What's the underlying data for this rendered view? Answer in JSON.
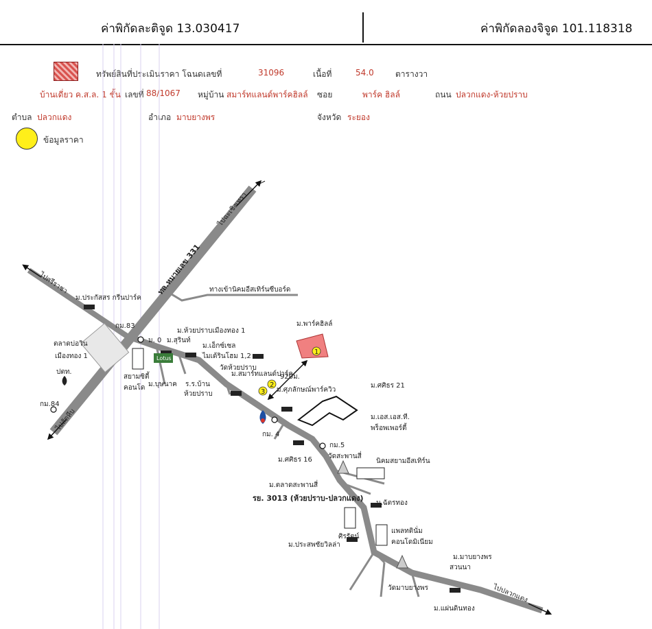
{
  "header": {
    "lat_text": "ค่าพิกัดละติจูด 13.030417",
    "lon_text": "ค่าพิกัดลองจิจูด 101.118318"
  },
  "info": {
    "property_label": "ทรัพย์สินที่ประเมินราคา โฉนดเลขที่",
    "deed_no": "31096",
    "area_label": "เนื้อที่",
    "area": "54.0",
    "area_unit": "ตารางวา",
    "building": "บ้านเดี่ยว ค.ส.ล. 1 ชั้น",
    "house_no_label": "เลขที่",
    "house_no": "88/1067",
    "village_label": "หมู่บ้าน",
    "village": "สมาร์ทแลนด์พาร์คฮิลล์",
    "soi_label": "ซอย",
    "soi": "พาร์ค ฮิลล์",
    "road_label": "ถนน",
    "road": "ปลวกแดง-ห้วยปราบ",
    "subdistrict_label": "ตำบล",
    "subdistrict": "ปลวกแดง",
    "district_label": "อำเภอ",
    "district": "มาบยางพร",
    "province_label": "จังหวัด",
    "province": "ระยอง"
  },
  "legend": {
    "price_data_label": "ข้อมูลราคา"
  },
  "colors": {
    "road": "#8a8a8a",
    "property_fill": "#f08080",
    "marker_yellow": "#ffef1a",
    "value_red": "#c0392b"
  },
  "map": {
    "road_331": "ทล.หมายเลข 331",
    "to_chachoengsao": "ไปฉะเชิงเทรา",
    "to_sriracha": "ไปศรีราชา",
    "to_sattahip": "ไปสัตหีบ",
    "to_pluakdaeng": "ไปปลวกแดง",
    "road_3013": "รย. 3013 (ห้วยปราบ-ปลวกแดง)",
    "industrial_entrance": "ทางเข้านิคมอีสเทิร์นซีบอร์ด",
    "prakansorn": "ม.ประกัสสร กรีนปาร์ค",
    "km83": "กม.83",
    "km0": "ม. 0",
    "m_surin": "ม.สุรินท์",
    "m_huaiprap": "ม.ห้วยปราบเมืองทอง 1",
    "m_excel": "ม.เอ็กซ์เซล",
    "m_excel2": "ไมเด้รินโฮม 1,2",
    "wat_huaiprap": "วัดห้วยปราบ",
    "market": "ตลาดบ่อวิน",
    "market2": "เมืองทอง 1",
    "ptt": "ปตท.",
    "lotus": "Lotus",
    "siam_city": "สยามซิตี้",
    "siam_city2": "คอนโด",
    "m_bunnak": "ม.บุษนาค",
    "school": "ร.ร.บ้าน",
    "school2": "ห้วยปราบ",
    "km84": "กม.84",
    "m_parkhill": "ม.พาร์คฮิลล์",
    "m_smartland": "ม.สมาร์ทแลนด์ปาร์ค",
    "distance": "920ม.",
    "m_suphalak": "ม.ศุภลักษณ์พาร์ควิว",
    "m_sirin21": "ม.ศศิธร 21",
    "m_st": "ม.เอส.เอส.ที.",
    "m_st2": "พร็อพเพอร์ตี้",
    "km4": "กม. 4",
    "km5": "กม.5",
    "m_sirin16": "ม.ศศิธร 16",
    "wat_saphan": "วัดสะพานสี่",
    "industrial": "นิคมสยามอีสเทิร์น",
    "m_talat": "ม.ตลาดสะพานสี่",
    "m_chitthong": "ม.ฉัตรทอง",
    "sirat": "ศิรรัตน์",
    "plantinum": "แพลทตินั่ม",
    "plantinum2": "คอนโดมิเนียม",
    "m_prasop": "ม.ประสพชัยวิลล่า",
    "m_mabyang": "ม.มาบยางพร",
    "m_mabyang2": "สวนนา",
    "wat_mabyang": "วัดมาบยางพร",
    "m_phaen": "ม.แผ่นดินทอง",
    "marker_1": "1",
    "marker_2": "2",
    "marker_3": "3"
  }
}
